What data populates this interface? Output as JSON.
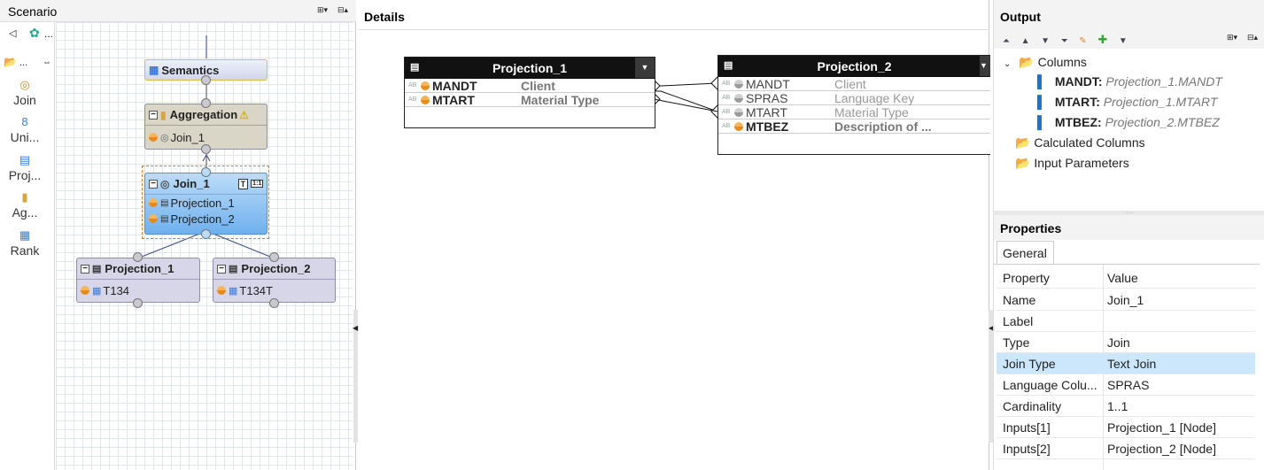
{
  "scenario": {
    "title": "Scenario",
    "palette": [
      {
        "label": "Join",
        "icon": "join-icon"
      },
      {
        "label": "Uni...",
        "icon": "union-icon"
      },
      {
        "label": "Proj...",
        "icon": "projection-icon"
      },
      {
        "label": "Ag...",
        "icon": "aggregation-icon"
      },
      {
        "label": "Rank",
        "icon": "rank-icon"
      }
    ],
    "palette_more": "...",
    "nodes": {
      "semantics": "Semantics",
      "aggregation": {
        "title": "Aggregation",
        "input": "Join_1"
      },
      "join": {
        "title": "Join_1",
        "inputs": [
          "Projection_1",
          "Projection_2"
        ]
      },
      "projection_1": {
        "title": "Projection_1",
        "input": "T134"
      },
      "projection_2": {
        "title": "Projection_2",
        "input": "T134T"
      }
    }
  },
  "details": {
    "title": "Details",
    "left_table": {
      "title": "Projection_1",
      "rows": [
        {
          "name": "MANDT",
          "desc": "Client"
        },
        {
          "name": "MTART",
          "desc": "Material Type"
        }
      ]
    },
    "right_table": {
      "title": "Projection_2",
      "rows": [
        {
          "name": "MANDT",
          "desc": "Client"
        },
        {
          "name": "SPRAS",
          "desc": "Language Key"
        },
        {
          "name": "MTART",
          "desc": "Material Type"
        },
        {
          "name": "MTBEZ",
          "desc": "Description of ..."
        }
      ]
    }
  },
  "output": {
    "title": "Output",
    "columns_label": "Columns",
    "columns": [
      {
        "name": "MANDT",
        "source": "Projection_1.MANDT"
      },
      {
        "name": "MTART",
        "source": "Projection_1.MTART"
      },
      {
        "name": "MTBEZ",
        "source": "Projection_2.MTBEZ"
      }
    ],
    "calculated_columns": "Calculated Columns",
    "input_parameters": "Input Parameters"
  },
  "properties": {
    "title": "Properties",
    "tab": "General",
    "header": {
      "property": "Property",
      "value": "Value"
    },
    "rows": [
      {
        "property": "Name",
        "value": "Join_1"
      },
      {
        "property": "Label",
        "value": ""
      },
      {
        "property": "Type",
        "value": "Join"
      },
      {
        "property": "Join Type",
        "value": "Text Join"
      },
      {
        "property": "Language Colu...",
        "value": "SPRAS"
      },
      {
        "property": "Cardinality",
        "value": "1..1"
      },
      {
        "property": "Inputs[1]",
        "value": "Projection_1 [Node]"
      },
      {
        "property": "Inputs[2]",
        "value": "Projection_2 [Node]"
      }
    ]
  },
  "colors": {
    "selected_row": "#cce6fb",
    "join_node": "#8ec5f5",
    "aggregation_node": "#d9d5c7",
    "projection_node": "#d6d6e8"
  }
}
